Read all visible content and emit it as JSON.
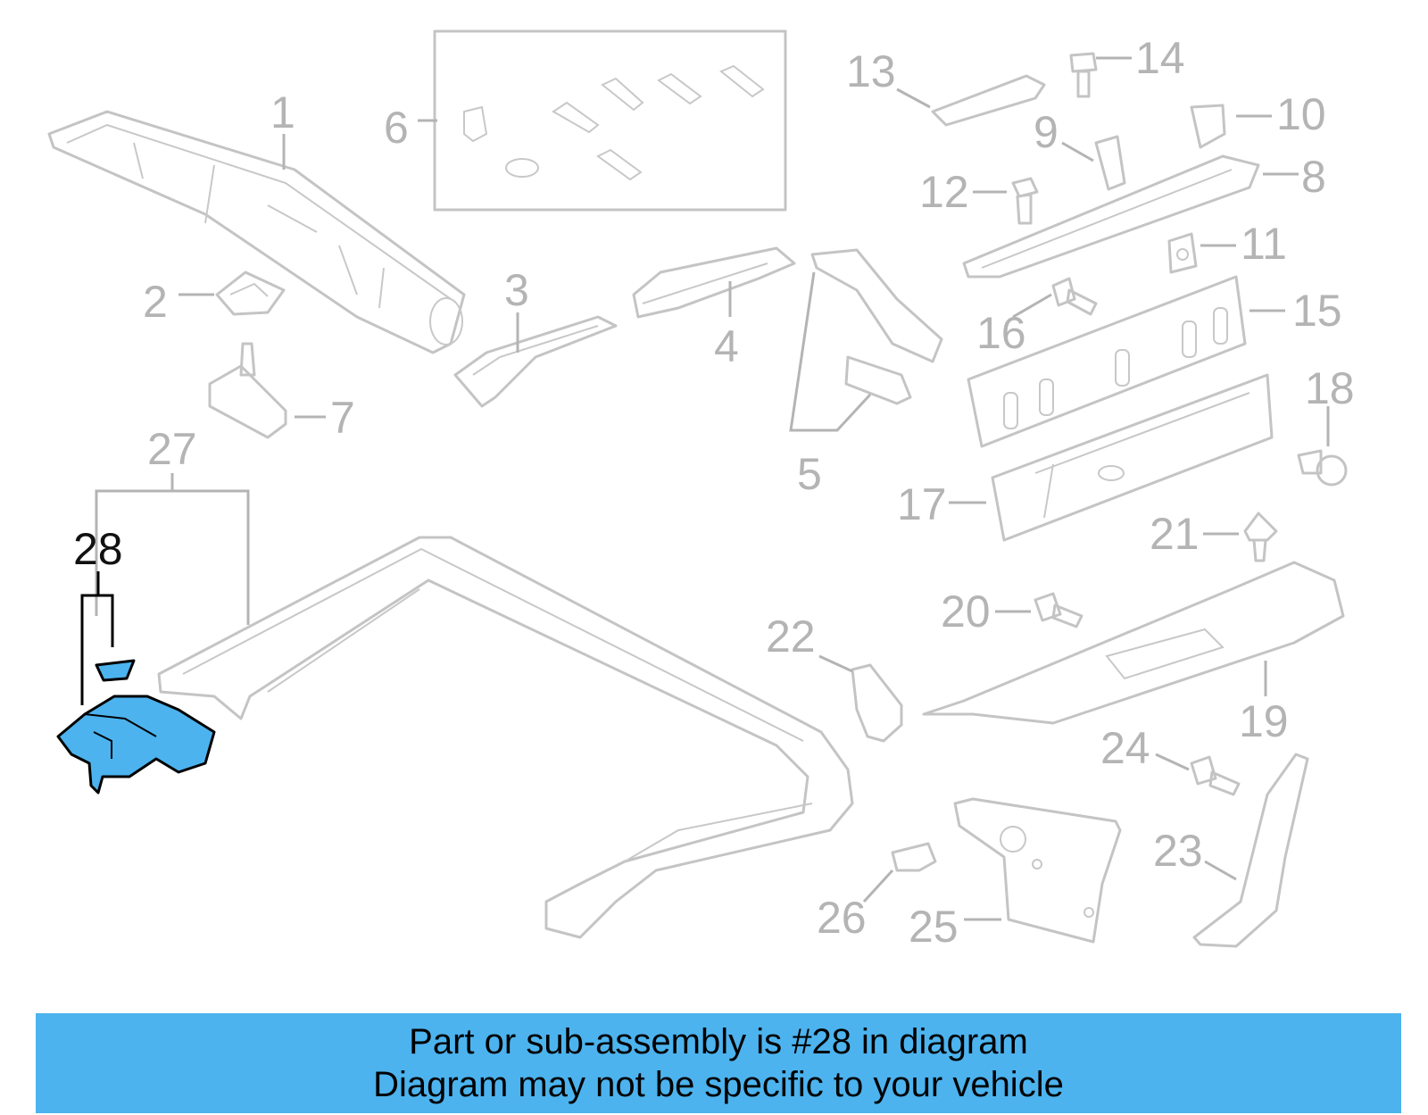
{
  "diagram": {
    "callouts": {
      "c1": "1",
      "c2": "2",
      "c3": "3",
      "c4": "4",
      "c5": "5",
      "c6": "6",
      "c7": "7",
      "c8": "8",
      "c9": "9",
      "c10": "10",
      "c11": "11",
      "c12": "12",
      "c13": "13",
      "c14": "14",
      "c15": "15",
      "c16": "16",
      "c17": "17",
      "c18": "18",
      "c19": "19",
      "c20": "20",
      "c21": "21",
      "c22": "22",
      "c23": "23",
      "c24": "24",
      "c25": "25",
      "c26": "26",
      "c27": "27",
      "c28": "28"
    },
    "highlighted_part": "28",
    "colors": {
      "highlight_fill": "#4cb3ee",
      "callout_gray": "#b4b4b4",
      "part_stroke": "#c4c4c4",
      "banner_bg": "#4cb3ee"
    }
  },
  "banner": {
    "line1": "Part or sub-assembly is #28 in diagram",
    "line2": "Diagram may not be specific to your vehicle"
  }
}
